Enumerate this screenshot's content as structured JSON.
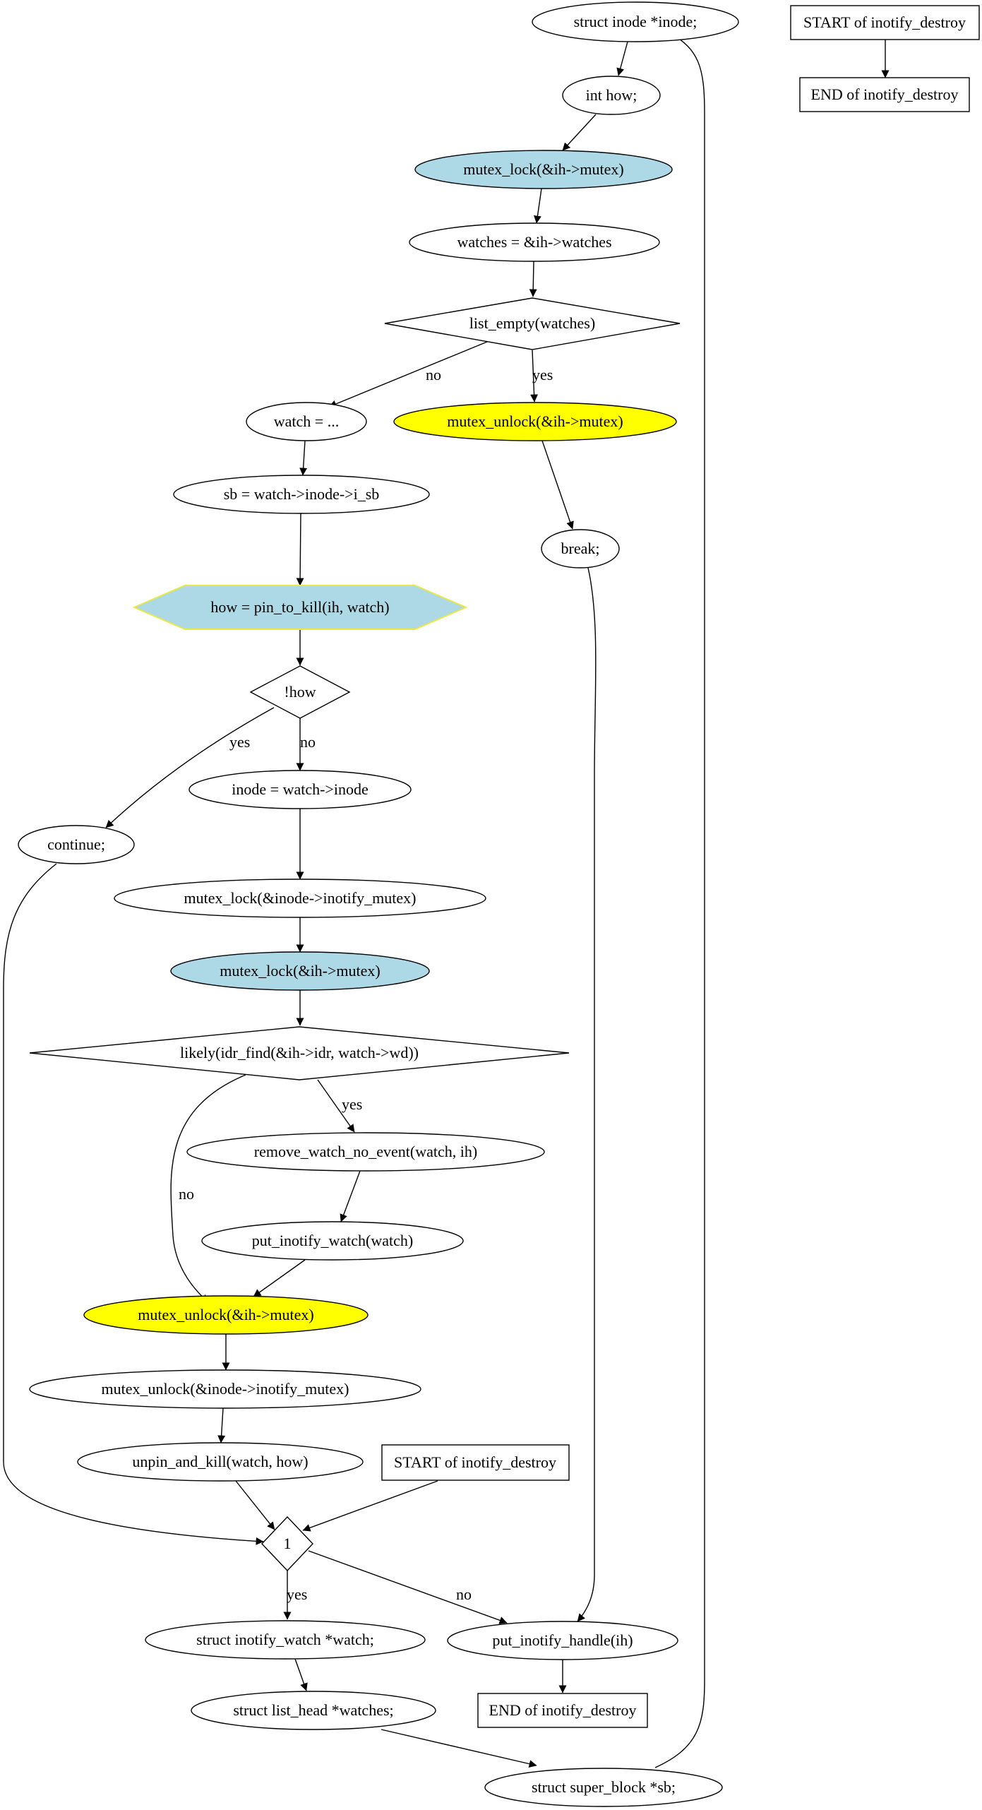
{
  "nodes": {
    "decl_inode": "struct inode *inode;",
    "start_destroy_top": "START of inotify_destroy",
    "int_how": "int how;",
    "end_destroy_top": "END of inotify_destroy",
    "mutex_lock_ih_1": "mutex_lock(&ih->mutex)",
    "watches_assign": "watches = &ih->watches",
    "list_empty": "list_empty(watches)",
    "watch_assign": "watch = ...",
    "mutex_unlock_ih_1": "mutex_unlock(&ih->mutex)",
    "sb_assign": "sb = watch->inode->i_sb",
    "break_stmt": "break;",
    "how_assign": "how = pin_to_kill(ih, watch)",
    "not_how": "!how",
    "inode_assign": "inode = watch->inode",
    "continue_stmt": "continue;",
    "mutex_lock_inode": "mutex_lock(&inode->inotify_mutex)",
    "mutex_lock_ih_2": "mutex_lock(&ih->mutex)",
    "likely_idr": "likely(idr_find(&ih->idr, watch->wd))",
    "remove_watch": "remove_watch_no_event(watch, ih)",
    "put_watch": "put_inotify_watch(watch)",
    "mutex_unlock_ih_2": "mutex_unlock(&ih->mutex)",
    "mutex_unlock_inode": "mutex_unlock(&inode->inotify_mutex)",
    "unpin_kill": "unpin_and_kill(watch, how)",
    "start_destroy_bottom": "START of inotify_destroy",
    "loop_cond": "1",
    "decl_watch": "struct inotify_watch *watch;",
    "put_handle": "put_inotify_handle(ih)",
    "decl_watches": "struct list_head *watches;",
    "end_destroy_bottom": "END of inotify_destroy",
    "decl_sb": "struct super_block *sb;"
  },
  "edge_labels": {
    "list_empty_no": "no",
    "list_empty_yes": "yes",
    "not_how_yes": "yes",
    "not_how_no": "no",
    "likely_yes": "yes",
    "likely_no": "no",
    "loop_yes": "yes",
    "loop_no": "no"
  },
  "colors": {
    "lightblue": "#add8e6",
    "yellow": "#ffff00",
    "white": "#ffffff",
    "line": "#000000",
    "hexagon_border": "#e8e84a"
  }
}
